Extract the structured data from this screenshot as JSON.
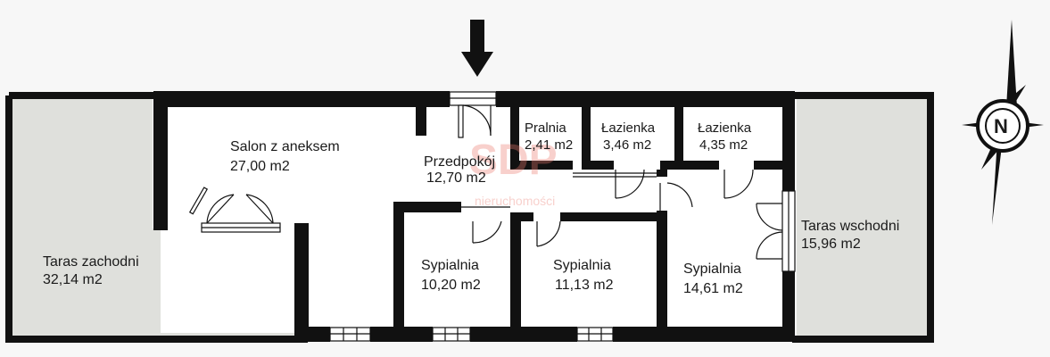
{
  "rooms": [
    {
      "id": "salon",
      "name": "Salon z aneksem",
      "area": "27,00 m2"
    },
    {
      "id": "przedpokoj",
      "name": "Przedpokój",
      "area": "12,70 m2"
    },
    {
      "id": "pralnia",
      "name": "Pralnia",
      "area": "2,41 m2"
    },
    {
      "id": "lazienka1",
      "name": "Łazienka",
      "area": "3,46 m2"
    },
    {
      "id": "lazienka2",
      "name": "Łazienka",
      "area": "4,35 m2"
    },
    {
      "id": "sypialnia1",
      "name": "Sypialnia",
      "area": "10,20 m2"
    },
    {
      "id": "sypialnia2",
      "name": "Sypialnia",
      "area": "11,13 m2"
    },
    {
      "id": "sypialnia3",
      "name": "Sypialnia",
      "area": "14,61 m2"
    },
    {
      "id": "taras_zach",
      "name": "Taras zachodni",
      "area": "32,14 m2"
    },
    {
      "id": "taras_wsch",
      "name": "Taras wschodni",
      "area": "15,96 m2"
    }
  ],
  "compass": {
    "label": "N"
  },
  "watermark": {
    "brand": "SDP",
    "sub": "nieruchomości"
  },
  "colors": {
    "wall": "#111111",
    "terrace": "#dfe0dc",
    "floor": "#ffffff",
    "background": "#f7f7f7"
  }
}
